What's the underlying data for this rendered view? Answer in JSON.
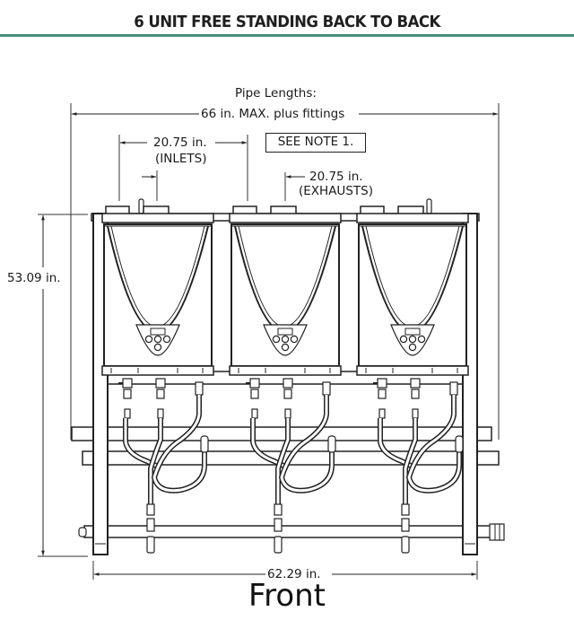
{
  "header": {
    "title": "6 UNIT FREE STANDING BACK TO BACK",
    "rule_color": "#4a8c7c"
  },
  "dimensions": {
    "pipe_lengths_label": "Pipe Lengths:",
    "pipe_lengths_value": "66 in. MAX. plus fittings",
    "inlets_value": "20.75 in.",
    "inlets_label": "(INLETS)",
    "exhausts_value": "20.75 in.",
    "exhausts_label": "(EXHAUSTS)",
    "height_value": "53.09 in.",
    "width_value": "62.29 in."
  },
  "note": {
    "text": "SEE NOTE 1."
  },
  "view_label": "Front",
  "units": [
    {
      "id": "unit-1"
    },
    {
      "id": "unit-2"
    },
    {
      "id": "unit-3"
    }
  ]
}
